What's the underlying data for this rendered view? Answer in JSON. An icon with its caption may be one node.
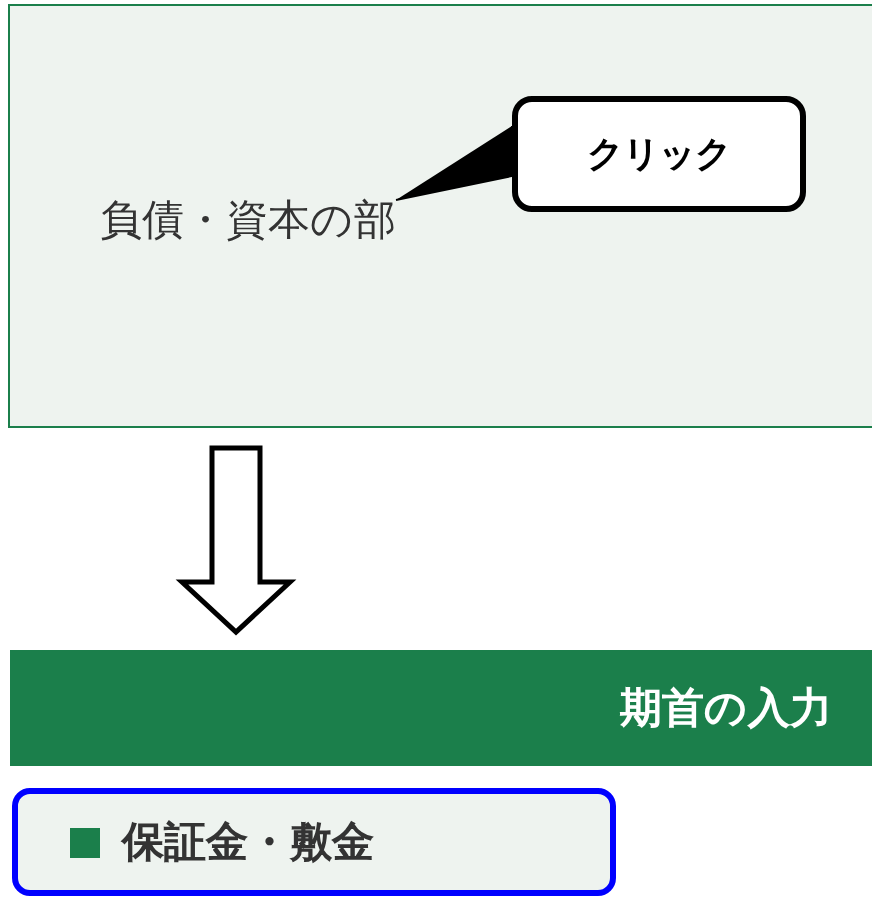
{
  "diagram": {
    "nodes": [
      {
        "text": [],
        "shape": "box"
      },
      {
        "text": [
          "負債・資本の部"
        ],
        "in": 0
      },
      {
        "text": [
          "クリック"
        ],
        "in": 0
      },
      {
        "text": [
          "期首の入力"
        ]
      },
      {
        "text": [
          "保証金・敷金"
        ]
      }
    ],
    "edges": [
      {
        "from": 2,
        "to": 1,
        "arrow": "to"
      },
      {
        "from": 0,
        "to": 3,
        "arrow": "to"
      }
    ]
  }
}
